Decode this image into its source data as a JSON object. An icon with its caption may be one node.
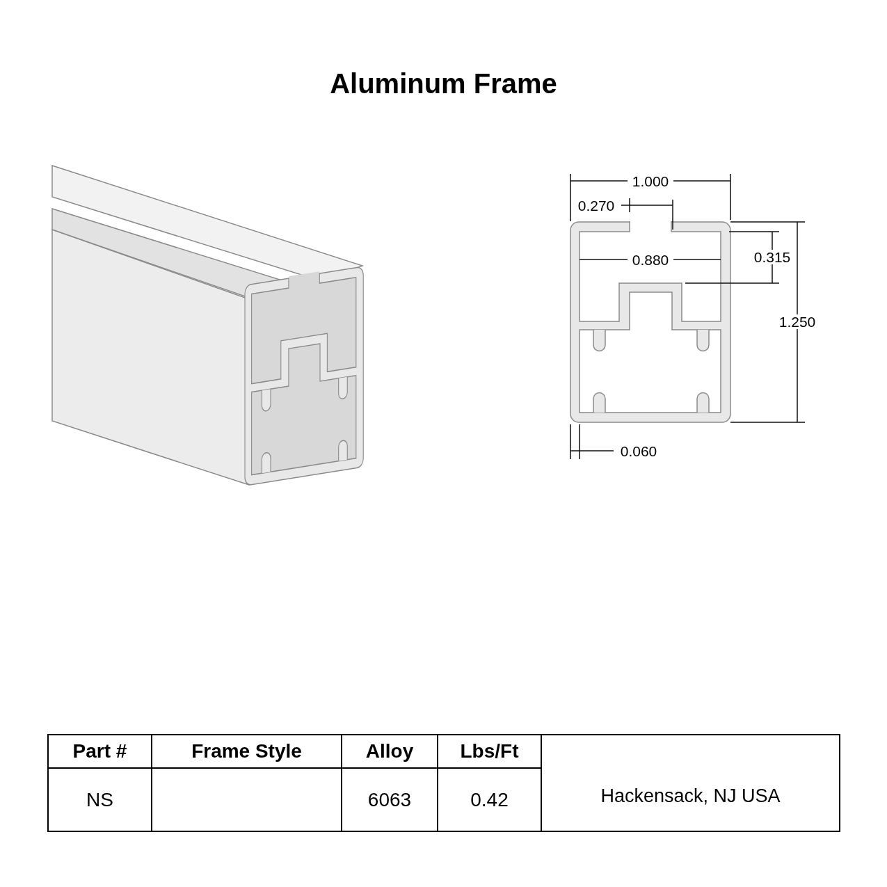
{
  "diagram": {
    "title": "Aluminum Frame",
    "labels": [
      "1.000",
      "0.270",
      "0.880",
      "0.315",
      "1.250",
      "0.060",
      "Part #",
      "Frame Style",
      "Alloy",
      "Lbs/Ft",
      "NS",
      "6063",
      "0.42",
      "Hackensack, NJ USA"
    ]
  }
}
